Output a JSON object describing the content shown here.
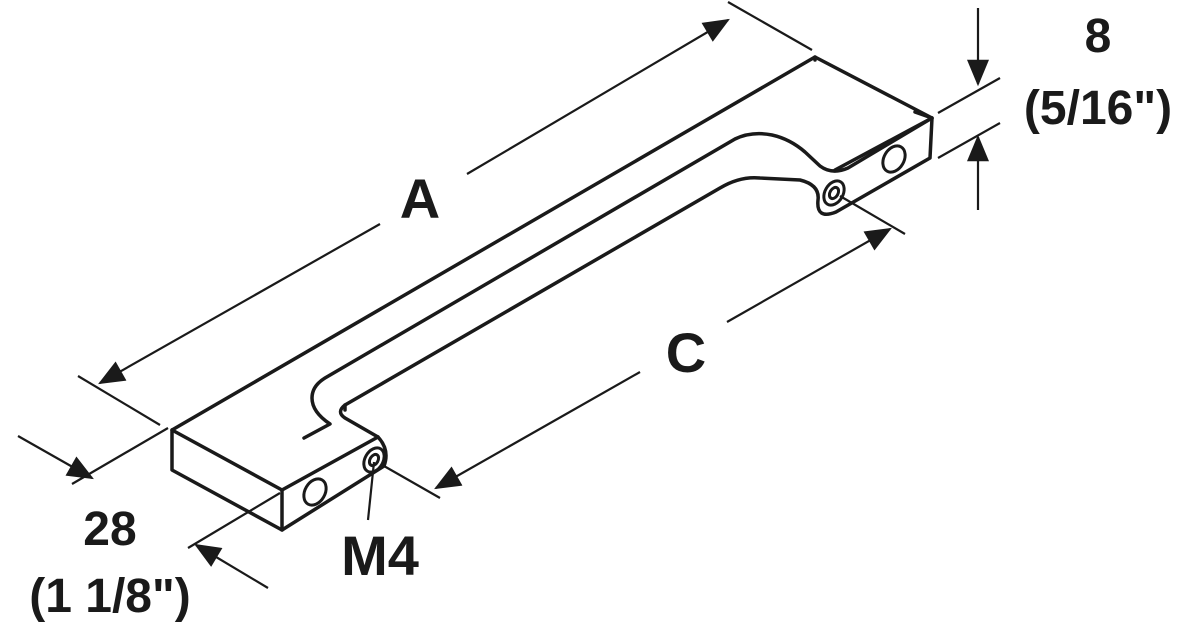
{
  "labels": {
    "length_overall": "A",
    "hole_centers": "C",
    "thread": "M4",
    "height_mm": "8",
    "height_in": "(5/16\")",
    "depth_mm": "28",
    "depth_in": "(1 1/8\")"
  },
  "colors": {
    "line": "#1a1a1a",
    "background": "#ffffff",
    "part_face": "#ffffff"
  }
}
